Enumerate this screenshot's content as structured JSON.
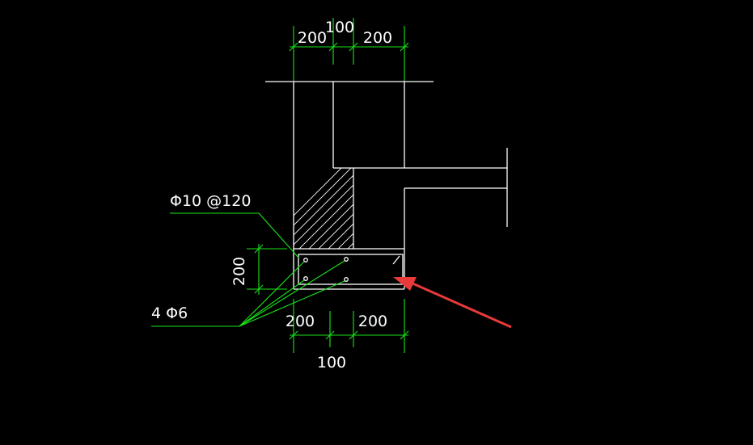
{
  "dimensions": {
    "top_left": "200",
    "top_middle": "100",
    "top_right": "200",
    "bottom_left": "200",
    "bottom_right": "200",
    "bottom_middle": "100",
    "left_vertical": "200"
  },
  "rebar_labels": {
    "stirrup": "Φ10 @120",
    "longitudinal": "4 Φ6"
  },
  "colors": {
    "background": "#000000",
    "outline": "#ffffff",
    "dimension": "#19e619",
    "arrow": "#e83a3a"
  }
}
